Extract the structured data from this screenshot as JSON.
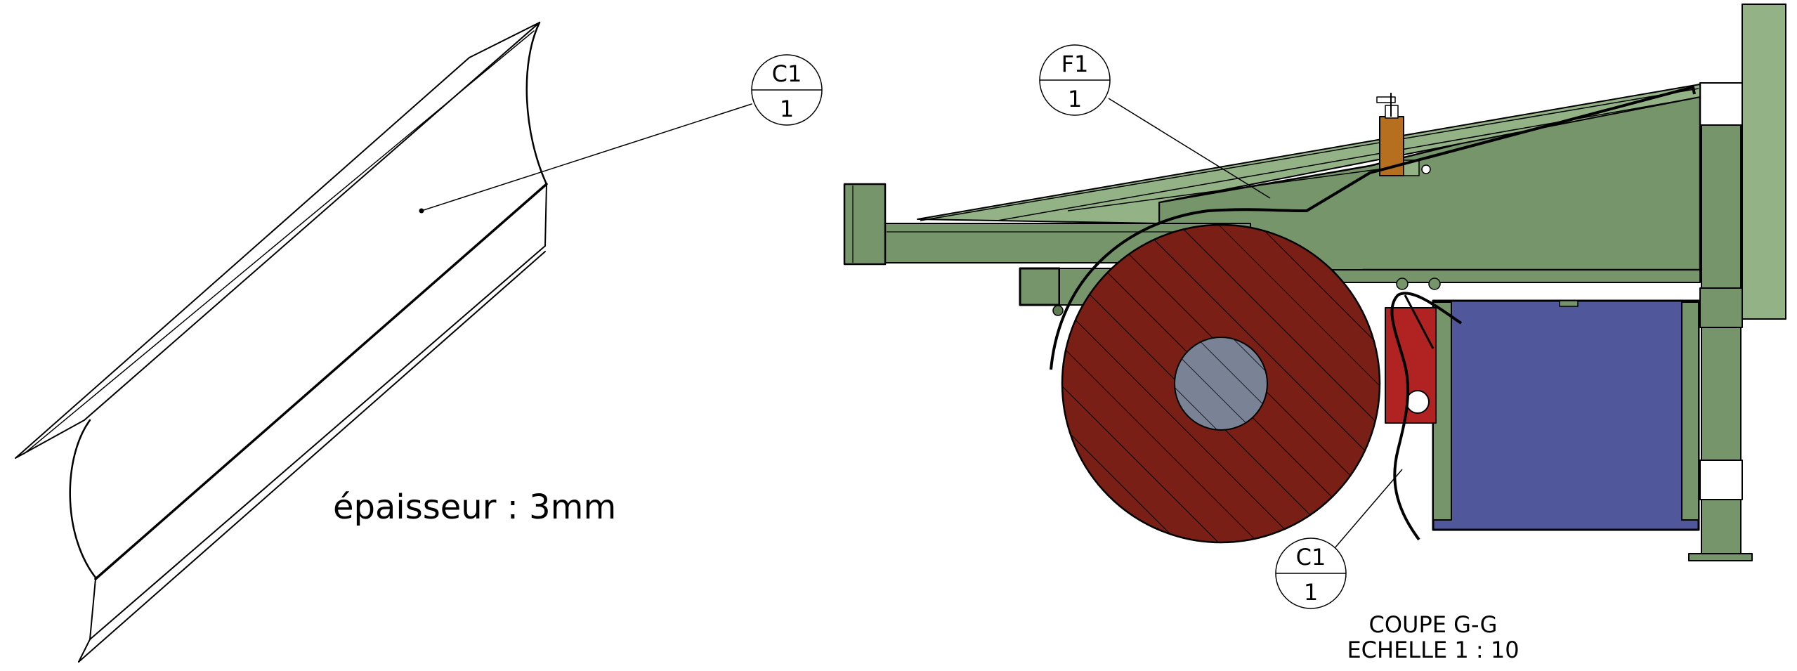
{
  "colors": {
    "frame_green": "#76956a",
    "frame_green_light": "#93b386",
    "frame_green_dark": "#5f7c55",
    "wheel_red": "#7a1f16",
    "hub_blue_gray": "#7a8296",
    "bracket_red": "#b12222",
    "panel_blue": "#50589b",
    "post_orange": "#b56f1f",
    "line_black": "#000000"
  },
  "left_view": {
    "thickness_note": "épaisseur : 3mm",
    "balloon": {
      "top": "C1",
      "bottom": "1"
    }
  },
  "right_view": {
    "balloon_f1": {
      "top": "F1",
      "bottom": "1"
    },
    "balloon_c1": {
      "top": "C1",
      "bottom": "1"
    },
    "section_title": "COUPE G-G",
    "scale_label": "ECHELLE 1 : 10"
  }
}
